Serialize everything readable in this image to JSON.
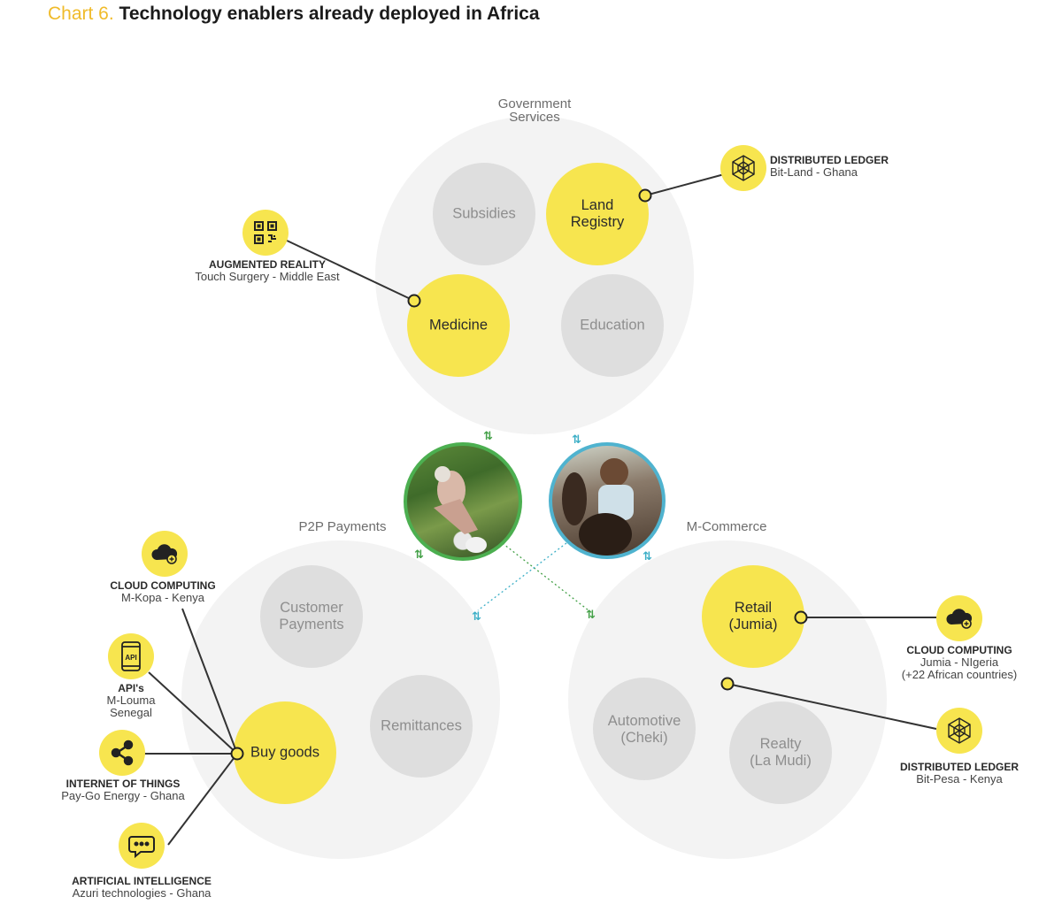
{
  "title": {
    "prefix": "Chart 6.",
    "main": "Technology enablers already deployed in Africa"
  },
  "clusters": {
    "government": {
      "label_line1": "Government",
      "label_line2": "Services",
      "nodes": {
        "subsidies": {
          "label": "Subsidies"
        },
        "land_registry": {
          "line1": "Land",
          "line2": "Registry"
        },
        "medicine": {
          "label": "Medicine"
        },
        "education": {
          "label": "Education"
        }
      }
    },
    "p2p": {
      "label": "P2P Payments",
      "nodes": {
        "customer_payments": {
          "line1": "Customer",
          "line2": "Payments"
        },
        "remittances": {
          "label": "Remittances"
        },
        "buy_goods": {
          "label": "Buy goods"
        }
      }
    },
    "mcommerce": {
      "label": "M-Commerce",
      "nodes": {
        "retail": {
          "line1": "Retail",
          "line2": "(Jumia)"
        },
        "automotive": {
          "line1": "Automotive",
          "line2": "(Cheki)"
        },
        "realty": {
          "line1": "Realty",
          "line2": "(La Mudi)"
        }
      }
    }
  },
  "technologies": {
    "dl_ghana": {
      "title": "DISTRIBUTED LEDGER",
      "sub": "Bit-Land - Ghana",
      "icon": "distributed-ledger-icon"
    },
    "ar_me": {
      "title": "AUGMENTED REALITY",
      "sub": "Touch Surgery - Middle East",
      "icon": "qr-code-icon"
    },
    "cloud_kenya": {
      "title": "CLOUD COMPUTING",
      "sub": "M-Kopa - Kenya",
      "icon": "cloud-icon"
    },
    "api_senegal": {
      "title": "API's",
      "sub_line1": "M-Louma",
      "sub_line2": "Senegal",
      "icon": "api-phone-icon"
    },
    "iot_ghana": {
      "title": "INTERNET OF THINGS",
      "sub": "Pay-Go Energy - Ghana",
      "icon": "share-icon"
    },
    "ai_ghana": {
      "title": "ARTIFICIAL INTELLIGENCE",
      "sub": "Azuri technologies - Ghana",
      "icon": "chat-bubble-icon"
    },
    "cloud_nigeria": {
      "title": "CLOUD COMPUTING",
      "sub_line1": "Jumia - NIgeria",
      "sub_line2": "(+22 African countries)",
      "icon": "cloud-icon"
    },
    "dl_kenya": {
      "title": "DISTRIBUTED LEDGER",
      "sub": "Bit-Pesa - Kenya",
      "icon": "distributed-ledger-icon"
    }
  },
  "photos": {
    "left": {
      "icon": "farmer-photo",
      "border_color": "#4caf50"
    },
    "right": {
      "icon": "hair-braiding-photo",
      "border_color": "#4fb3cf"
    }
  },
  "arrows": {
    "symbol": "⇅",
    "green": "#43a047",
    "teal": "#3aaec6"
  },
  "colors": {
    "highlight": "#f7e54f",
    "grey_node": "#dedede",
    "cluster_bg": "#f3f3f3",
    "accent_title": "#f0bb2a"
  }
}
